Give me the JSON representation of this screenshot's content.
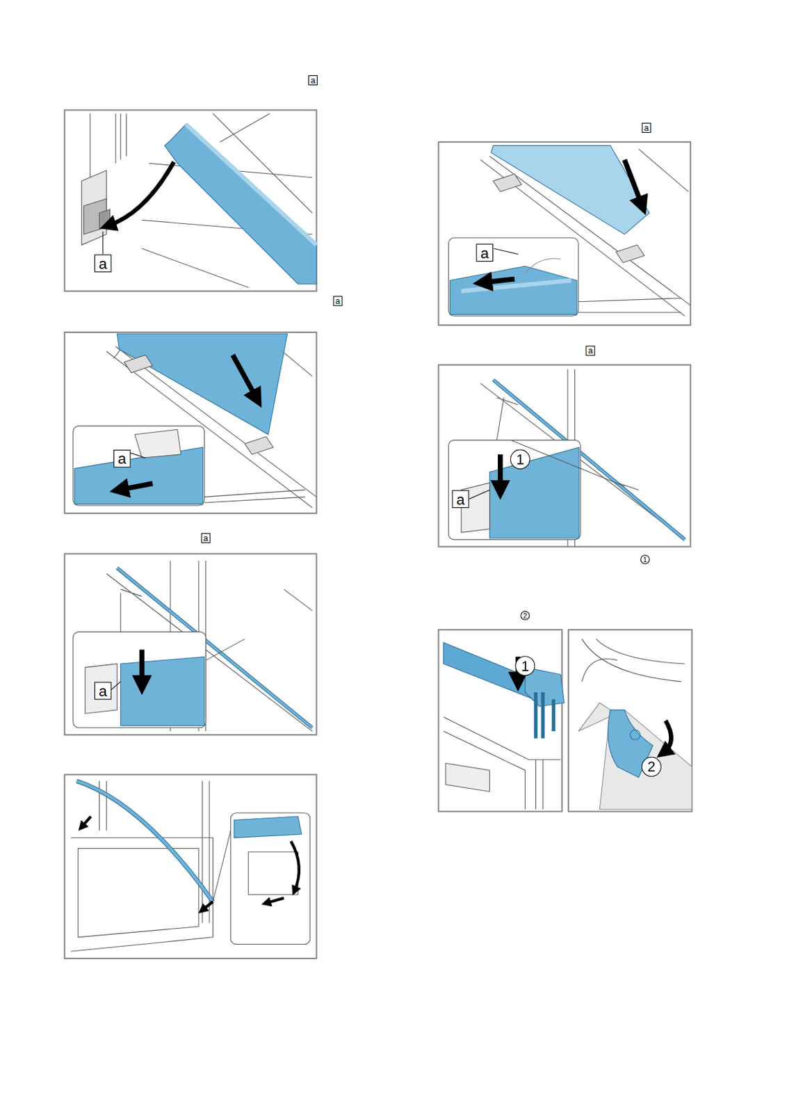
{
  "diagram": {
    "labels": [
      "a",
      "a",
      "a",
      "a",
      "a",
      "a",
      "a",
      "a",
      "a",
      "1",
      "a",
      "1",
      "2",
      "1",
      "2"
    ]
  }
}
